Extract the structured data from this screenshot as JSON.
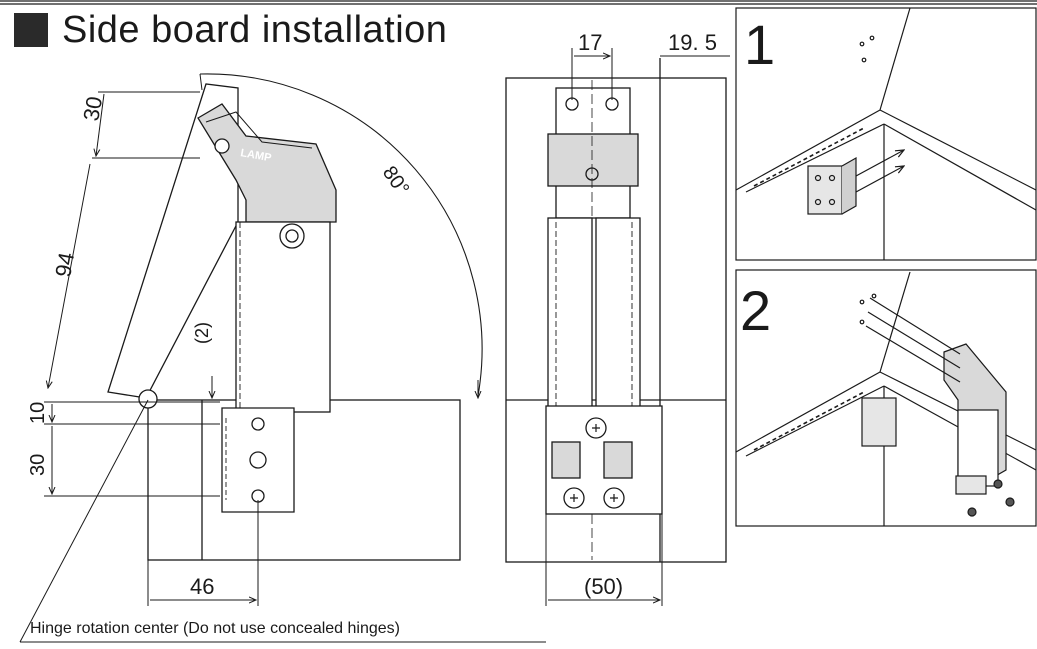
{
  "title": "Side board installation",
  "caption": "Hinge rotation center (Do not use concealed hinges)",
  "dims": {
    "d30_top": "30",
    "d94": "94",
    "d2": "(2)",
    "d10": "10",
    "d30_bottom": "30",
    "d46": "46",
    "d80": "80°",
    "d17": "17",
    "d19_5": "19. 5",
    "d50": "(50)"
  },
  "brand": "LAMP",
  "steps": {
    "step1": "1",
    "step2": "2"
  },
  "colors": {
    "line": "#1a1a1a",
    "grey_fill": "#d9d9d9",
    "dark_fill": "#555555"
  }
}
